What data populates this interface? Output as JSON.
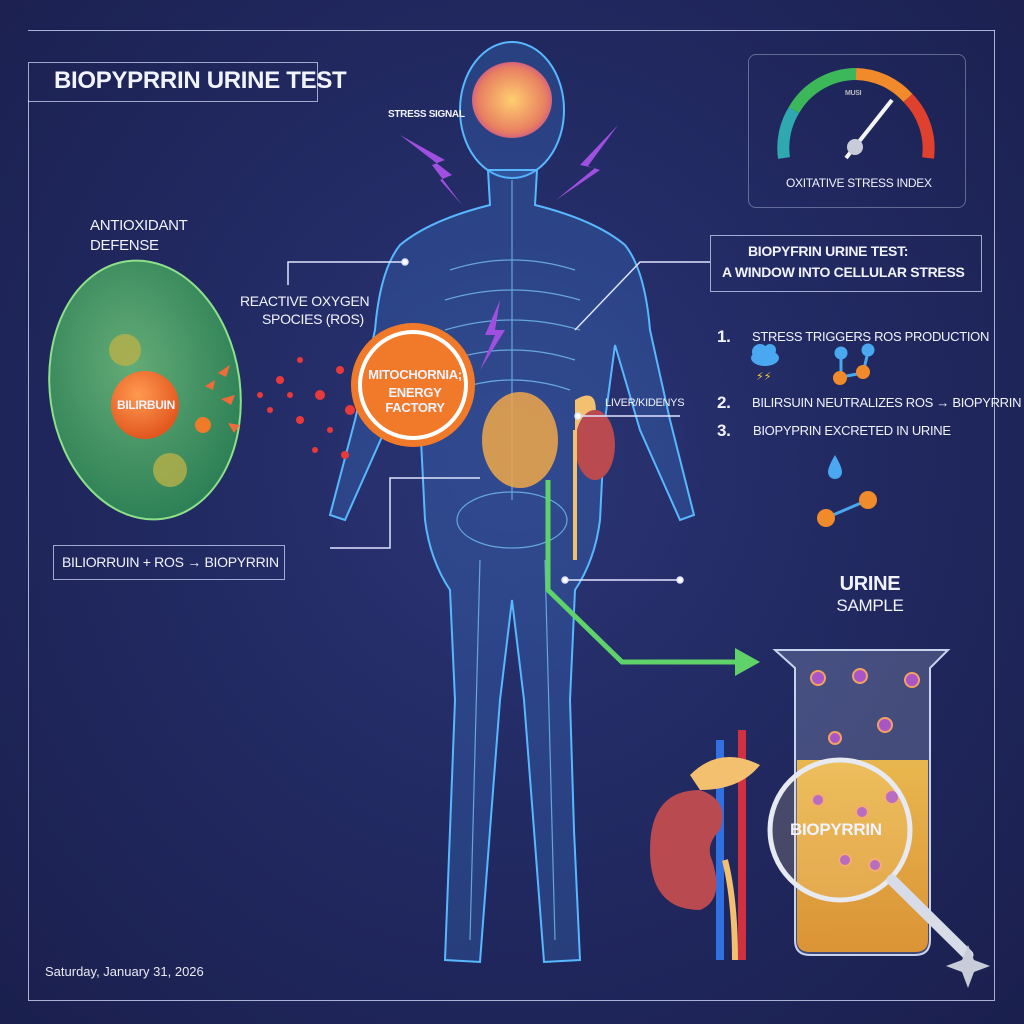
{
  "title": "BIOPYPRRIN URINE TEST",
  "labels": {
    "stress_signal": "STRESS SIGNAL",
    "antioxidant_line1": "ANTIOXIDANT",
    "antioxidant_line2": "DEFENSE",
    "ros_line1": "REACTIVE OXYGEN",
    "ros_line2": "SPOCIES (ROS)",
    "bilirubin": "BILIRBUIN",
    "mito_line1": "MITOCHORNIA;",
    "mito_line2": "ENERGY FACTORY",
    "liver_kidneys": "LIVER/KIDENYS",
    "equation": "BILIORRUIN + ROS → BIOPYRRIN",
    "urine_line1": "URINE",
    "urine_line2": "SAMPLE",
    "biopyrrin": "BIOPYRRIN"
  },
  "gauge": {
    "title": "OXITATIVE STRESS INDEX",
    "center_label": "MUSI",
    "value_fraction": 0.65,
    "colors": [
      "#2fa8b0",
      "#3cb85a",
      "#f08a2a",
      "#e0402e"
    ]
  },
  "info": {
    "heading_line1": "BIOPYFRIN URINE TEST:",
    "heading_line2": "A WINDOW INTO CELLULAR STRESS",
    "steps": [
      {
        "num": "1.",
        "text": "STRESS TRIGGERS ROS PRODUCTION"
      },
      {
        "num": "2.",
        "text": "BILIRSUIN NEUTRALIZES ROS → BIOPYRRIN"
      },
      {
        "num": "3.",
        "text": "BIOPYPRIN EXCRETED IN URINE"
      }
    ]
  },
  "date": "Saturday, January 31, 2026",
  "colors": {
    "background": "#222a63",
    "accent_green": "#5fd36a",
    "accent_orange": "#f07a2a",
    "body_blue": "#4aa8f0"
  }
}
